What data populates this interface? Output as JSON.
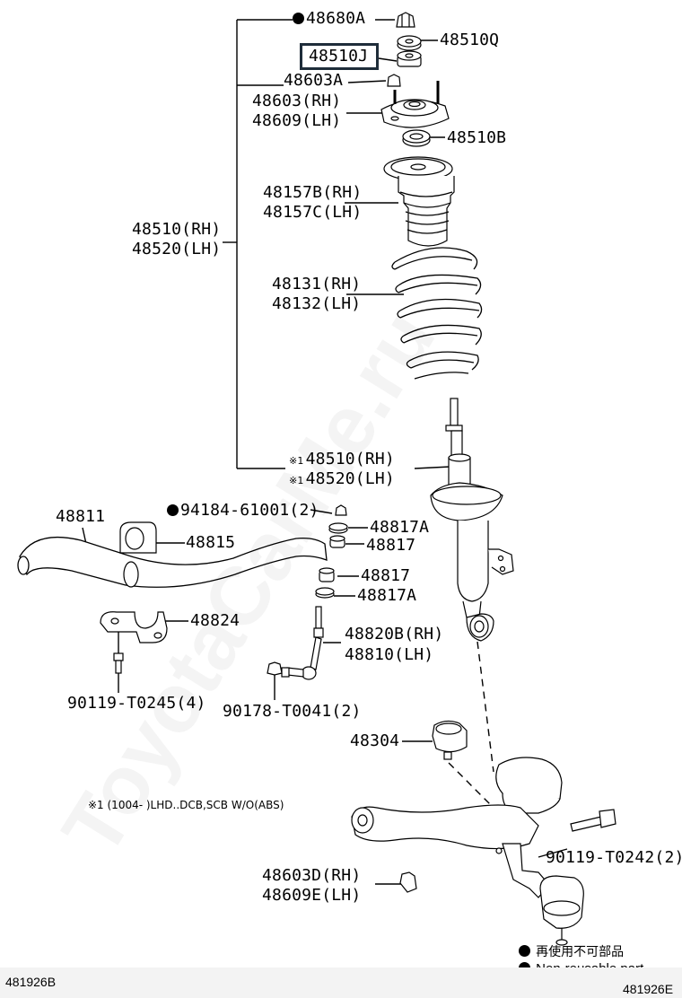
{
  "labels": {
    "p48680A": "48680A",
    "p48510Q": "48510Q",
    "p48510J": "48510J",
    "p48603A": "48603A",
    "p48603RH": "48603(RH)",
    "p48609LH": "48609(LH)",
    "p48510B": "48510B",
    "p48157B": "48157B(RH)",
    "p48157C": "48157C(LH)",
    "p48510RH": "48510(RH)",
    "p48520LH": "48520(LH)",
    "p48131": "48131(RH)",
    "p48132": "48132(LH)",
    "p48510RH2": "48510(RH)",
    "p48520LH2": "48520(LH)",
    "p94184": "94184-61001(2)",
    "p48811": "48811",
    "p48817A_1": "48817A",
    "p48815": "48815",
    "p48817_1": "48817",
    "p48817_2": "48817",
    "p48817A_2": "48817A",
    "p48824": "48824",
    "p48820B": "48820B(RH)",
    "p48810": "48810(LH)",
    "p90119_T0245": "90119-T0245(4)",
    "p90178": "90178-T0041(2)",
    "p48304": "48304",
    "p90119_T0242": "90119-T0242(2)",
    "p48603D": "48603D(RH)",
    "p48609E": "48609E(LH)"
  },
  "ref_mark": "※1",
  "condition_note": "※1 (1004-     )LHD..DCB,SCB W/O(ABS)",
  "legend": {
    "jp": "再使用不可部品",
    "en": "Non-reusable part"
  },
  "footer": {
    "left": "481926B",
    "right": "481926E"
  },
  "watermark": "ToyotaCarMe.ru"
}
